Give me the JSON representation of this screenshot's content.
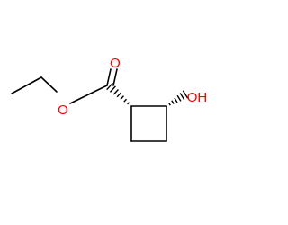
{
  "structure": {
    "atoms": {
      "carbonyl_oxygen": "O",
      "ester_oxygen": "O",
      "hydroxyl_group": "OH"
    },
    "colors": {
      "bond": "#000000",
      "oxygen": "#ff0000"
    },
    "stereo": {
      "ring_to_carboxyl": "hashed-wedge",
      "ring_to_hydroxyl": "hashed-wedge"
    }
  }
}
